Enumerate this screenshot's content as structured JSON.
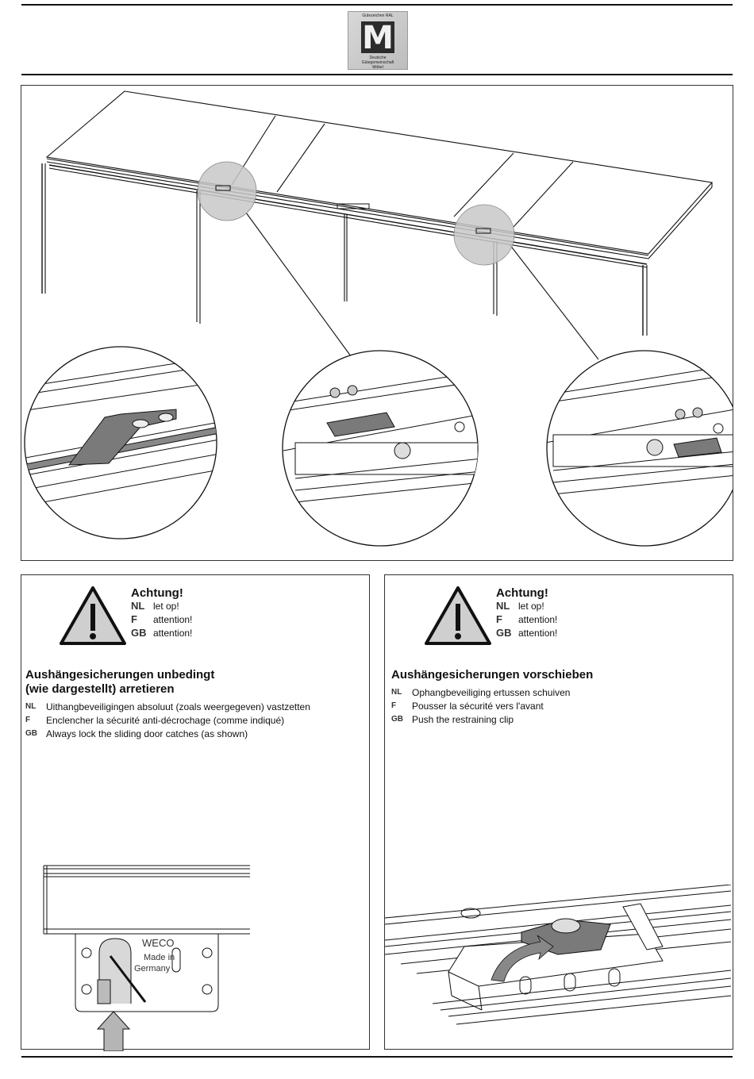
{
  "logo": {
    "top_text": "Gütezeichen RAL",
    "mark_letter": "M",
    "sub_lines": [
      "Deutsche",
      "Gütegemeinschaft",
      "Möbel"
    ]
  },
  "left_panel": {
    "warning": {
      "title": "Achtung!",
      "lines": [
        {
          "code": "NL",
          "text": "let op!"
        },
        {
          "code": "F",
          "text": "attention!"
        },
        {
          "code": "GB",
          "text": "attention!"
        }
      ]
    },
    "heading_lines": [
      "Aushängesicherungen unbedingt",
      "(wie dargestellt) arretieren"
    ],
    "translations": [
      {
        "code": "NL",
        "text": "Uithangbeveiligingen absoluut (zoals weergegeven) vastzetten"
      },
      {
        "code": "F",
        "text": "Enclencher la sécurité anti-décrochage (comme indiqué)"
      },
      {
        "code": "GB",
        "text": "Always lock the sliding door catches (as shown)"
      }
    ],
    "part_label": [
      "WECO",
      "Made in",
      "Germany"
    ]
  },
  "right_panel": {
    "warning": {
      "title": "Achtung!",
      "lines": [
        {
          "code": "NL",
          "text": "let op!"
        },
        {
          "code": "F",
          "text": "attention!"
        },
        {
          "code": "GB",
          "text": "attention!"
        }
      ]
    },
    "heading_lines": [
      "Aushängesicherungen vorschieben"
    ],
    "translations": [
      {
        "code": "NL",
        "text": "Ophangbeveiliging ertussen schuiven"
      },
      {
        "code": "F",
        "text": "Pousser la sécurité vers l'avant"
      },
      {
        "code": "GB",
        "text": "Push the restraining clip"
      }
    ]
  },
  "colors": {
    "line": "#111111",
    "highlight_circle": "#c8c8c8",
    "clip_fill": "#7a7a7a",
    "warning_fill": "#cfcfcf"
  }
}
